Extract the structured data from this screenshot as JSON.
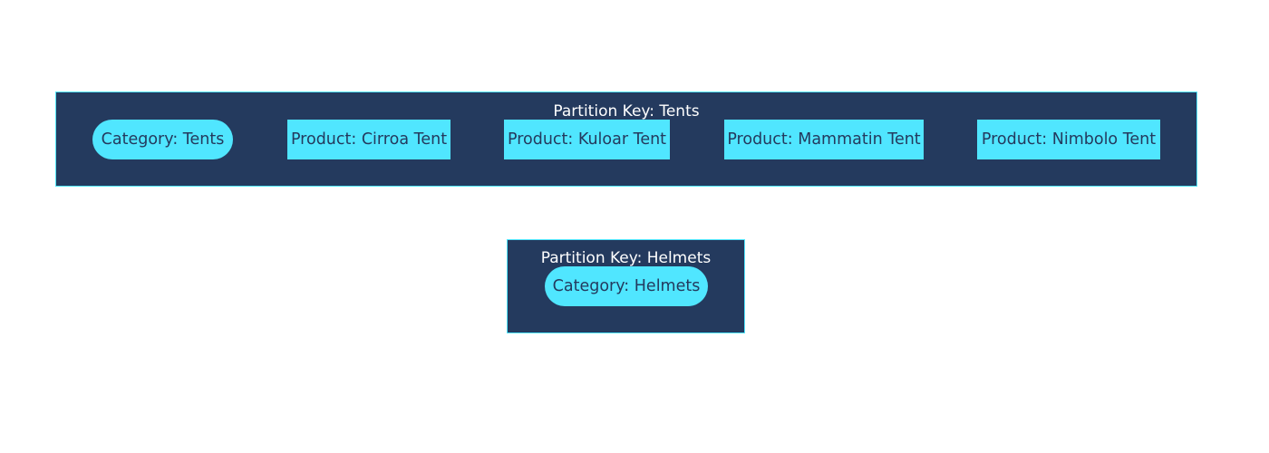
{
  "colors": {
    "container_fill": "#243a5e",
    "container_border": "#50e6ff",
    "node_fill": "#50e6ff",
    "node_text": "#243a5e",
    "title_text": "#ffffff"
  },
  "partitions": [
    {
      "title": "Partition Key: Tents",
      "category": "Category: Tents",
      "products": [
        "Product: Cirroa Tent",
        "Product: Kuloar Tent",
        "Product: Mammatin Tent",
        "Product: Nimbolo Tent"
      ]
    },
    {
      "title": "Partition Key: Helmets",
      "category": "Category: Helmets",
      "products": []
    }
  ]
}
